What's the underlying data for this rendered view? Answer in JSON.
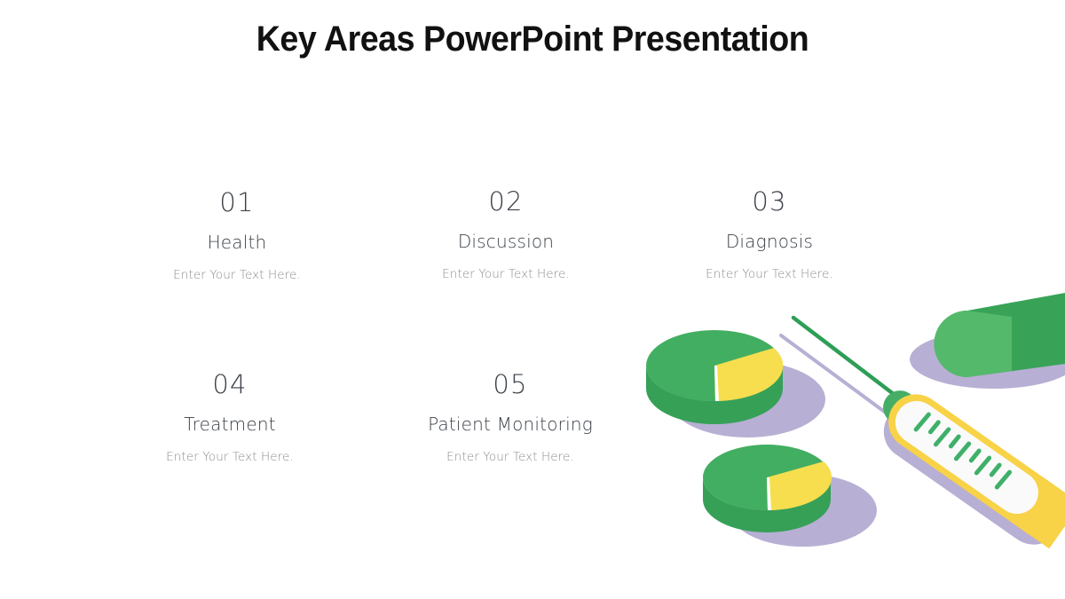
{
  "slide": {
    "title": "Key Areas PowerPoint Presentation",
    "background_color": "#FFFFFF"
  },
  "items": [
    {
      "number": "01",
      "label": "Health",
      "description": "Enter Your Text Here."
    },
    {
      "number": "02",
      "label": "Discussion",
      "description": "Enter Your Text Here."
    },
    {
      "number": "03",
      "label": "Diagnosis",
      "description": "Enter Your Text Here."
    },
    {
      "number": "04",
      "label": "Treatment",
      "description": "Enter Your Text Here."
    },
    {
      "number": "05",
      "label": "Patient Monitoring",
      "description": "Enter Your Text Here."
    }
  ],
  "illustration": {
    "name": "medical-illustration",
    "elements": [
      "pie-chart-pill-top",
      "pie-chart-pill-bottom",
      "green-capsule-pill",
      "syringe"
    ],
    "colors": {
      "green_light": "#55B96B",
      "green": "#3DAE5F",
      "green_dark": "#36A057",
      "yellow": "#F6DE4E",
      "yellow_barrel": "#F8D247",
      "shadow_purple": "#B8AFD4",
      "barrel_white": "#FAFAFA",
      "needle_green": "#2E9E57"
    }
  },
  "text_colors": {
    "title": "#111111",
    "number": "#3B4048",
    "label": "#3A3F46",
    "description": "#8C8C8C"
  }
}
